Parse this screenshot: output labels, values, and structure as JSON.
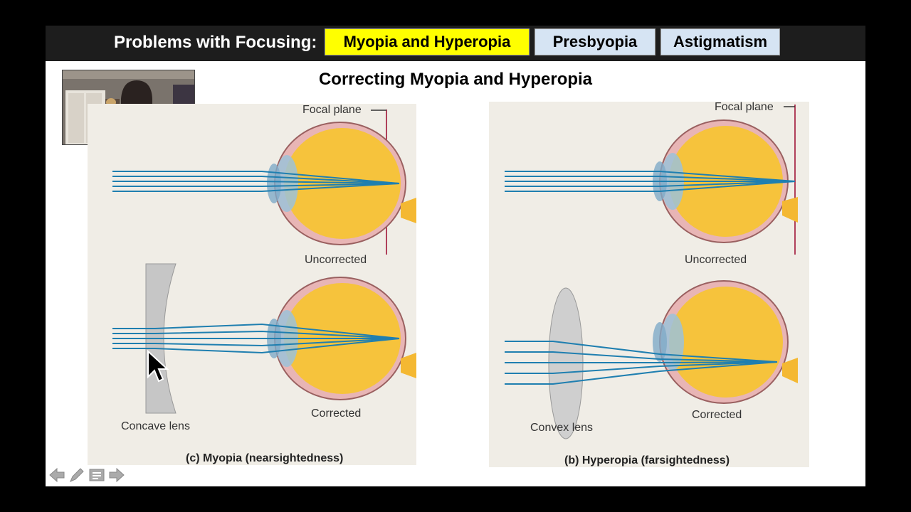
{
  "header": {
    "title": "Problems with Focusing:",
    "tabs": [
      {
        "label": "Myopia and Hyperopia",
        "active": true
      },
      {
        "label": "Presbyopia",
        "active": false
      },
      {
        "label": "Astigmatism",
        "active": false
      }
    ]
  },
  "slide": {
    "title": "Correcting Myopia and Hyperopia"
  },
  "myopia_panel": {
    "focal_plane": "Focal plane",
    "uncorrected": "Uncorrected",
    "corrected": "Corrected",
    "lens": "Concave lens",
    "caption": "(c) Myopia (nearsightedness)"
  },
  "hyperopia_panel": {
    "focal_plane": "Focal plane",
    "uncorrected": "Uncorrected",
    "corrected": "Corrected",
    "lens": "Convex lens",
    "caption": "(b) Hyperopia (farsightedness)"
  },
  "colors": {
    "active_tab": "#ffff00",
    "inactive_tab": "#d6e4f3",
    "header_bg": "#1d1d1d",
    "ray": "#1f7fb0",
    "focal_line": "#b0405a",
    "lens_yellow": "#f5c43a"
  },
  "nav_icons": [
    "arrow-left-icon",
    "pen-icon",
    "menu-icon",
    "arrow-right-icon"
  ]
}
